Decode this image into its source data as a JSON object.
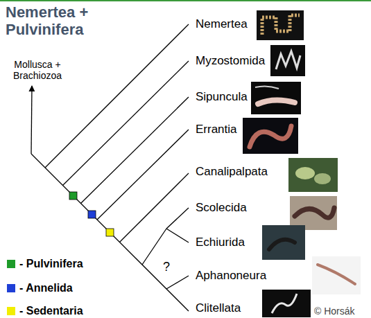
{
  "diagram": {
    "title": "Nemertea + Pulvinifera",
    "labels": [
      "Mollusca + Brachiozoa",
      "Nemertea",
      "Myzostomida",
      "Sipuncula",
      "Errantia",
      "Canalipalpata",
      "Scolecida",
      "Echiurida",
      "?",
      "Aphanoneura",
      "Clitellata",
      "© Horsák"
    ],
    "legend": [
      {
        "text": "- Pulvinifera",
        "color": "#1e9b2a"
      },
      {
        "text": "- Annelida",
        "color": "#1f3fd6"
      },
      {
        "text": "- Sedentaria",
        "color": "#f2ee00"
      }
    ]
  }
}
